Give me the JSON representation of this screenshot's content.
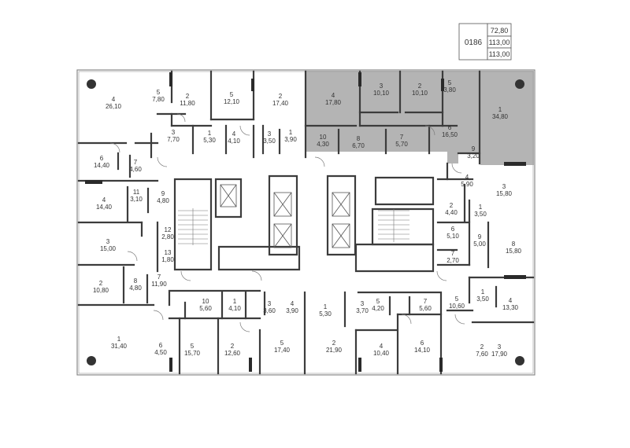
{
  "header": {
    "apartment_number": "0186",
    "areas": [
      "72,80",
      "113,00",
      "113,00"
    ]
  },
  "colors": {
    "wall": "#3c3c3c",
    "highlight": "#b4b4b4",
    "background": "#ffffff",
    "text": "#333333"
  },
  "rooms": [
    {
      "id": "r01",
      "number": "4",
      "area": "26,10",
      "highlighted": false
    },
    {
      "id": "r02",
      "number": "5",
      "area": "7,80",
      "highlighted": false
    },
    {
      "id": "r03",
      "number": "2",
      "area": "11,80",
      "highlighted": false
    },
    {
      "id": "r04",
      "number": "5",
      "area": "12,10",
      "highlighted": false
    },
    {
      "id": "r05",
      "number": "2",
      "area": "17,40",
      "highlighted": false
    },
    {
      "id": "r06",
      "number": "4",
      "area": "17,80",
      "highlighted": true
    },
    {
      "id": "r07",
      "number": "3",
      "area": "10,10",
      "highlighted": true
    },
    {
      "id": "r08",
      "number": "2",
      "area": "10,10",
      "highlighted": true
    },
    {
      "id": "r09",
      "number": "5",
      "area": "3,80",
      "highlighted": true
    },
    {
      "id": "r10",
      "number": "1",
      "area": "34,80",
      "highlighted": true
    },
    {
      "id": "r11",
      "number": "3",
      "area": "7,70",
      "highlighted": false
    },
    {
      "id": "r12",
      "number": "1",
      "area": "5,30",
      "highlighted": false
    },
    {
      "id": "r13",
      "number": "4",
      "area": "4,10",
      "highlighted": false
    },
    {
      "id": "r14",
      "number": "3",
      "area": "3,50",
      "highlighted": false
    },
    {
      "id": "r15",
      "number": "1",
      "area": "3,90",
      "highlighted": false
    },
    {
      "id": "r16",
      "number": "10",
      "area": "4,30",
      "highlighted": true
    },
    {
      "id": "r17",
      "number": "8",
      "area": "6,70",
      "highlighted": true
    },
    {
      "id": "r18",
      "number": "7",
      "area": "5,70",
      "highlighted": true
    },
    {
      "id": "r19",
      "number": "6",
      "area": "16,50",
      "highlighted": true
    },
    {
      "id": "r20",
      "number": "9",
      "area": "3,20",
      "highlighted": true
    },
    {
      "id": "r21",
      "number": "6",
      "area": "14,40",
      "highlighted": false
    },
    {
      "id": "r22",
      "number": "7",
      "area": "4,60",
      "highlighted": false
    },
    {
      "id": "r23",
      "number": "4",
      "area": "14,40",
      "highlighted": false
    },
    {
      "id": "r24",
      "number": "11",
      "area": "3,10",
      "highlighted": false
    },
    {
      "id": "r25",
      "number": "9",
      "area": "4,80",
      "highlighted": false
    },
    {
      "id": "r26",
      "number": "4",
      "area": "5,90",
      "highlighted": false
    },
    {
      "id": "r27",
      "number": "3",
      "area": "15,80",
      "highlighted": false
    },
    {
      "id": "r28",
      "number": "2",
      "area": "4,40",
      "highlighted": false
    },
    {
      "id": "r29",
      "number": "1",
      "area": "3,50",
      "highlighted": false
    },
    {
      "id": "r30",
      "number": "12",
      "area": "2,80",
      "highlighted": false
    },
    {
      "id": "r31",
      "number": "3",
      "area": "15,00",
      "highlighted": false
    },
    {
      "id": "r32",
      "number": "13",
      "area": "1,80",
      "highlighted": false
    },
    {
      "id": "r33",
      "number": "6",
      "area": "5,10",
      "highlighted": false
    },
    {
      "id": "r34",
      "number": "9",
      "area": "5,00",
      "highlighted": false
    },
    {
      "id": "r35",
      "number": "8",
      "area": "15,80",
      "highlighted": false
    },
    {
      "id": "r36",
      "number": "7",
      "area": "2,70",
      "highlighted": false
    },
    {
      "id": "r37",
      "number": "2",
      "area": "10,80",
      "highlighted": false
    },
    {
      "id": "r38",
      "number": "8",
      "area": "4,80",
      "highlighted": false
    },
    {
      "id": "r39",
      "number": "7",
      "area": "11,90",
      "highlighted": false
    },
    {
      "id": "r40",
      "number": "10",
      "area": "5,60",
      "highlighted": false
    },
    {
      "id": "r41",
      "number": "1",
      "area": "4,10",
      "highlighted": false
    },
    {
      "id": "r42",
      "number": "3",
      "area": "3,60",
      "highlighted": false
    },
    {
      "id": "r43",
      "number": "4",
      "area": "3,90",
      "highlighted": false
    },
    {
      "id": "r44",
      "number": "1",
      "area": "5,30",
      "highlighted": false
    },
    {
      "id": "r45",
      "number": "3",
      "area": "3,70",
      "highlighted": false
    },
    {
      "id": "r46",
      "number": "5",
      "area": "4,20",
      "highlighted": false
    },
    {
      "id": "r47",
      "number": "7",
      "area": "5,60",
      "highlighted": false
    },
    {
      "id": "r48",
      "number": "5",
      "area": "10,60",
      "highlighted": false
    },
    {
      "id": "r49",
      "number": "1",
      "area": "3,50",
      "highlighted": false
    },
    {
      "id": "r50",
      "number": "4",
      "area": "13,30",
      "highlighted": false
    },
    {
      "id": "r51",
      "number": "1",
      "area": "31,40",
      "highlighted": false
    },
    {
      "id": "r52",
      "number": "6",
      "area": "4,50",
      "highlighted": false
    },
    {
      "id": "r53",
      "number": "5",
      "area": "15,70",
      "highlighted": false
    },
    {
      "id": "r54",
      "number": "2",
      "area": "12,60",
      "highlighted": false
    },
    {
      "id": "r55",
      "number": "5",
      "area": "17,40",
      "highlighted": false
    },
    {
      "id": "r56",
      "number": "2",
      "area": "21,90",
      "highlighted": false
    },
    {
      "id": "r57",
      "number": "4",
      "area": "10,40",
      "highlighted": false
    },
    {
      "id": "r58",
      "number": "6",
      "area": "14,10",
      "highlighted": false
    },
    {
      "id": "r59",
      "number": "2",
      "area": "7,60",
      "highlighted": false
    },
    {
      "id": "r60",
      "number": "3",
      "area": "17,90",
      "highlighted": false
    }
  ]
}
